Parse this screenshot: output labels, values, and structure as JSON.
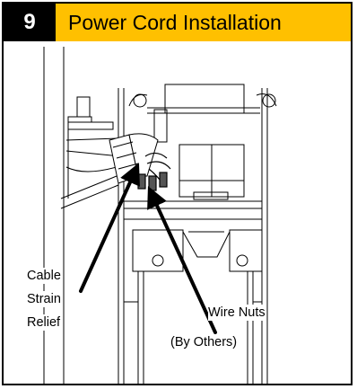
{
  "header": {
    "step_number": "9",
    "title": "Power Cord Installation"
  },
  "callouts": {
    "strain_relief": [
      "Cable",
      "Strain",
      "Relief"
    ],
    "wire_nuts": "Wire Nuts",
    "wire_nuts_note": "(By Others)"
  },
  "colors": {
    "header_bg": "#ffc000",
    "step_bg": "#000000",
    "line": "#000000"
  }
}
